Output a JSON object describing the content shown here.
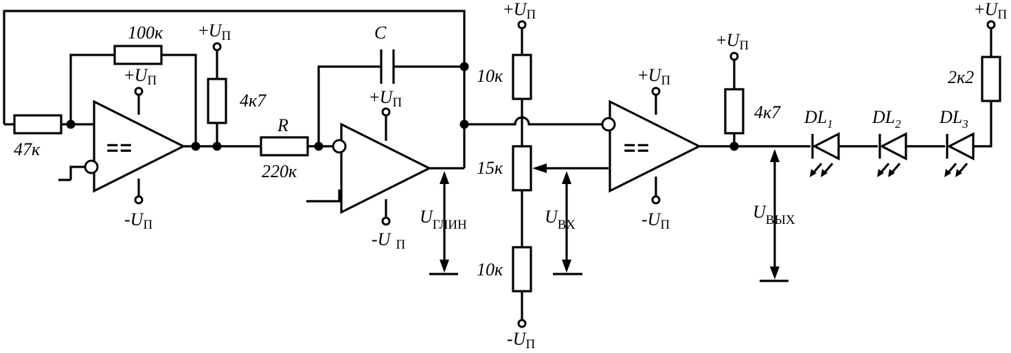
{
  "labels": {
    "r_47k": "47к",
    "r_100k": "100к",
    "r_4k7_a": "4к7",
    "r_name": "R",
    "r_220k": "220к",
    "cap_name": "C",
    "r_10k_top": "10к",
    "r_15k": "15к",
    "r_10k_bottom": "10к",
    "r_4k7_b": "4к7",
    "r_2k2": "2к2",
    "cmp_symbol": "==",
    "dl1_letters": "DL",
    "dl1_index": "1",
    "dl2_letters": "DL",
    "dl2_index": "2",
    "dl3_letters": "DL",
    "dl3_index": "3"
  },
  "supply": {
    "plus_sign": "+",
    "minus_sign": "-",
    "letter": "U",
    "index": "П"
  },
  "signals": {
    "u_letter": "U",
    "tri_index": "ГЛИН",
    "in_index": "ВХ",
    "out_index": "ВЫХ"
  }
}
